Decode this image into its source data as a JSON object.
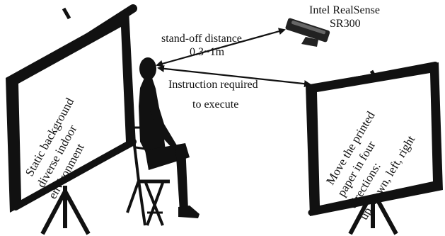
{
  "camera": {
    "label_line1": "Intel RealSense",
    "label_line2": "SR300"
  },
  "distance": {
    "label_line1": "stand-off distance",
    "label_line2": "0.3~1m"
  },
  "instruction": {
    "label_line1": "Instruction required",
    "label_line2": "to execute"
  },
  "left_board": {
    "lines": [
      "Static background",
      "diverse indoor",
      "environment"
    ]
  },
  "right_board": {
    "lines": [
      "Move the printed",
      "paper in four",
      "directions:",
      "up, down, left, right"
    ]
  }
}
